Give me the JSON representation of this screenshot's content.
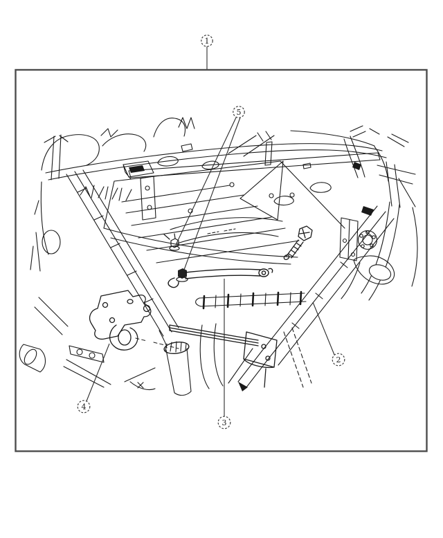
{
  "figure": {
    "background_color": "#ffffff",
    "line_color": "#1a1a1a",
    "frame_color": "#4d4d4d",
    "leader_color": "#2a2a2a",
    "callouts": [
      {
        "label": "1"
      },
      {
        "label": "2"
      },
      {
        "label": "3"
      },
      {
        "label": "4"
      },
      {
        "label": "5"
      }
    ]
  }
}
